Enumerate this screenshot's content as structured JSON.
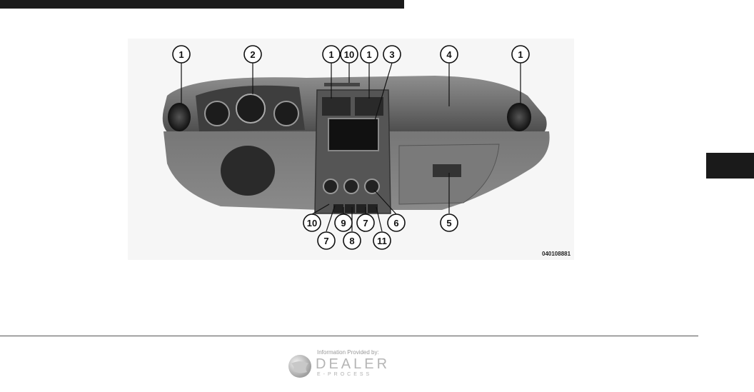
{
  "figure": {
    "id_code": "040108881",
    "callouts": [
      {
        "label": "1"
      },
      {
        "label": "2"
      },
      {
        "label": "1"
      },
      {
        "label": "10"
      },
      {
        "label": "1"
      },
      {
        "label": "3"
      },
      {
        "label": "4"
      },
      {
        "label": "1"
      },
      {
        "label": "10"
      },
      {
        "label": "7"
      },
      {
        "label": "9"
      },
      {
        "label": "8"
      },
      {
        "label": "7"
      },
      {
        "label": "11"
      },
      {
        "label": "6"
      },
      {
        "label": "5"
      }
    ]
  },
  "footer": {
    "credit_caption": "Information Provided by:",
    "credit_brand": "DEALER",
    "credit_sub": "E-PROCESS"
  }
}
